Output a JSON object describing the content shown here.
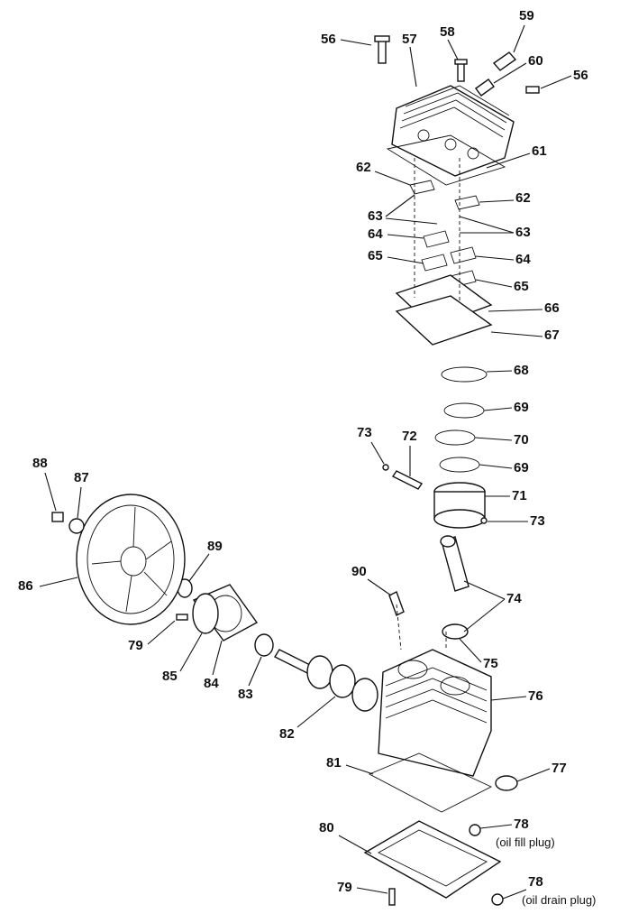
{
  "labels": {
    "p56a": "56",
    "p57": "57",
    "p58": "58",
    "p59": "59",
    "p60": "60",
    "p56b": "56",
    "p61": "61",
    "p62a": "62",
    "p62b": "62",
    "p63a": "63",
    "p63b": "63",
    "p64a": "64",
    "p64b": "64",
    "p65a": "65",
    "p65b": "65",
    "p66": "66",
    "p67": "67",
    "p68": "68",
    "p69a": "69",
    "p70": "70",
    "p69b": "69",
    "p73a": "73",
    "p72": "72",
    "p71": "71",
    "p73b": "73",
    "p88": "88",
    "p87": "87",
    "p89": "89",
    "p86": "86",
    "p90": "90",
    "p74": "74",
    "p79a": "79",
    "p85": "85",
    "p84": "84",
    "p83": "83",
    "p75": "75",
    "p76": "76",
    "p82": "82",
    "p81": "81",
    "p77": "77",
    "p78a": "78",
    "p80": "80",
    "p79b": "79",
    "p78b": "78"
  },
  "notes": {
    "oil_fill": "(oil fill plug)",
    "oil_drain": "(oil drain plug)"
  }
}
